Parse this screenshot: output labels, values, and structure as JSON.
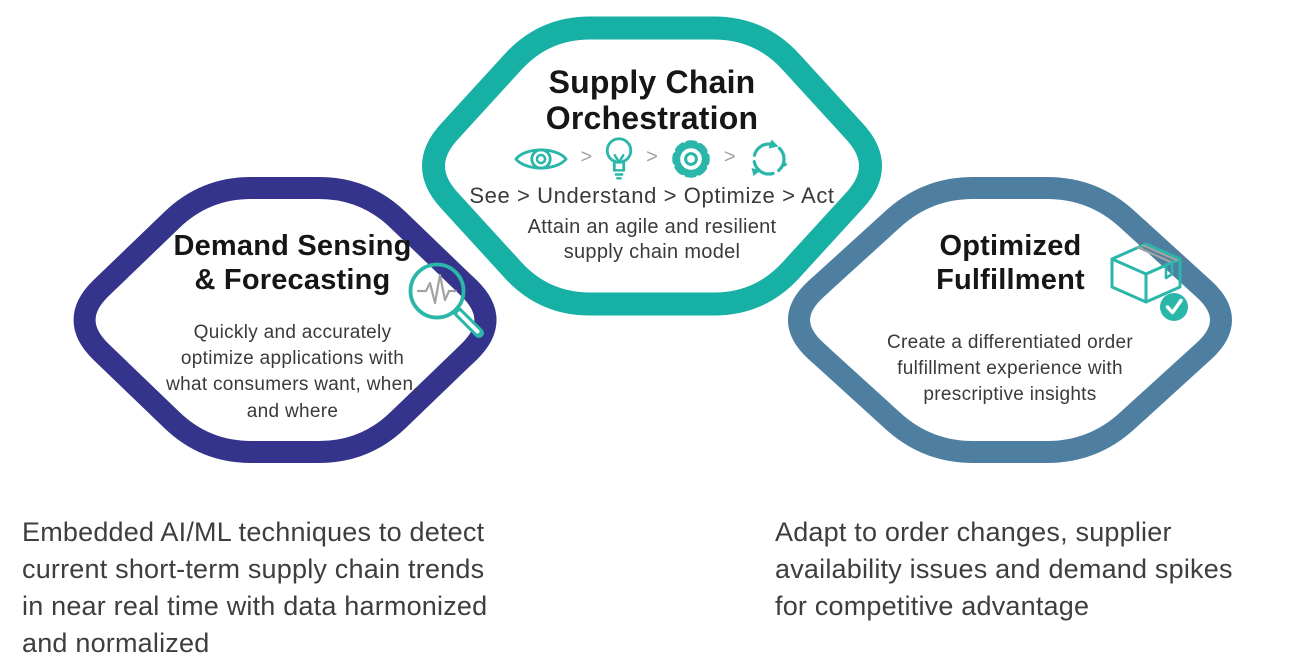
{
  "colors": {
    "teal": "#17B0A4",
    "teal-icon": "#2AB6A9",
    "indigo": "#34348C",
    "slate": "#4F7FA0",
    "gray": "#A2A2A2",
    "title-text": "#161616",
    "body-text": "#3A3A3A"
  },
  "diagram": {
    "center_hex": {
      "title": "Supply Chain\nOrchestration",
      "process_icons": [
        {
          "name": "eye-icon",
          "meaning": "See"
        },
        {
          "name": "lightbulb-icon",
          "meaning": "Understand"
        },
        {
          "name": "gear-icon",
          "meaning": "Optimize"
        },
        {
          "name": "cycle-arrows-icon",
          "meaning": "Act"
        }
      ],
      "icon_separator": ">",
      "process_line": "See > Understand > Optimize > Act",
      "subtitle": "Attain an agile and resilient\nsupply chain model",
      "color": "#17B0A4"
    },
    "left_hex": {
      "title": "Demand Sensing\n& Forecasting",
      "body": "Quickly and accurately\noptimize applications with\nwhat consumers want, when,\nand where",
      "icon": "magnifier-pulse-icon",
      "color": "#34348C"
    },
    "right_hex": {
      "title": "Optimized\nFulfillment",
      "body": "Create a differentiated order\nfulfillment experience with\nprescriptive insights",
      "icon": "package-check-icon",
      "color": "#4F7FA0"
    },
    "footnotes": {
      "left": "Embedded AI/ML techniques to detect\ncurrent short-term supply chain trends\nin near real time with data harmonized\nand normalized",
      "right": "Adapt to order changes, supplier\navailability issues and demand spikes\nfor competitive advantage"
    }
  }
}
